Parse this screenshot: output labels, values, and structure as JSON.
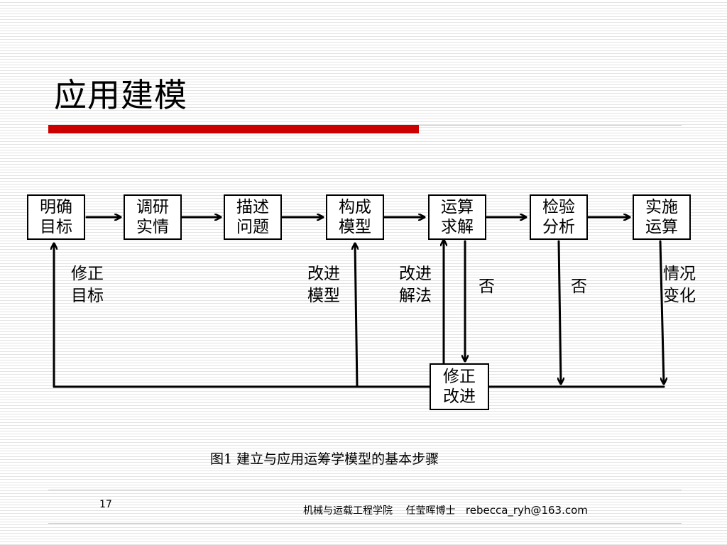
{
  "slide": {
    "title": "应用建模",
    "caption": "图1  建立与应用运筹学模型的基本步骤",
    "page_number": "17",
    "footer": {
      "school": "机械与运载工程学院",
      "author": "任莹晖博士",
      "email": "rebecca_ryh@163.com"
    },
    "accent_color": "#cc0000"
  },
  "diagram": {
    "steps": [
      {
        "id": "s1",
        "label": "明确\n目标"
      },
      {
        "id": "s2",
        "label": "调研\n实情"
      },
      {
        "id": "s3",
        "label": "描述\n问题"
      },
      {
        "id": "s4",
        "label": "构成\n模型"
      },
      {
        "id": "s5",
        "label": "运算\n求解"
      },
      {
        "id": "s6",
        "label": "检验\n分析"
      },
      {
        "id": "s7",
        "label": "实施\n运算"
      }
    ],
    "revise_box": {
      "label": "修正\n改进"
    },
    "edge_labels": {
      "revise_goal": "修正\n目标",
      "improve_model": "改进\n模型",
      "improve_method": "改进\n解法",
      "no_solve": "否",
      "no_check": "否",
      "situation_change": "情况\n变化"
    }
  }
}
